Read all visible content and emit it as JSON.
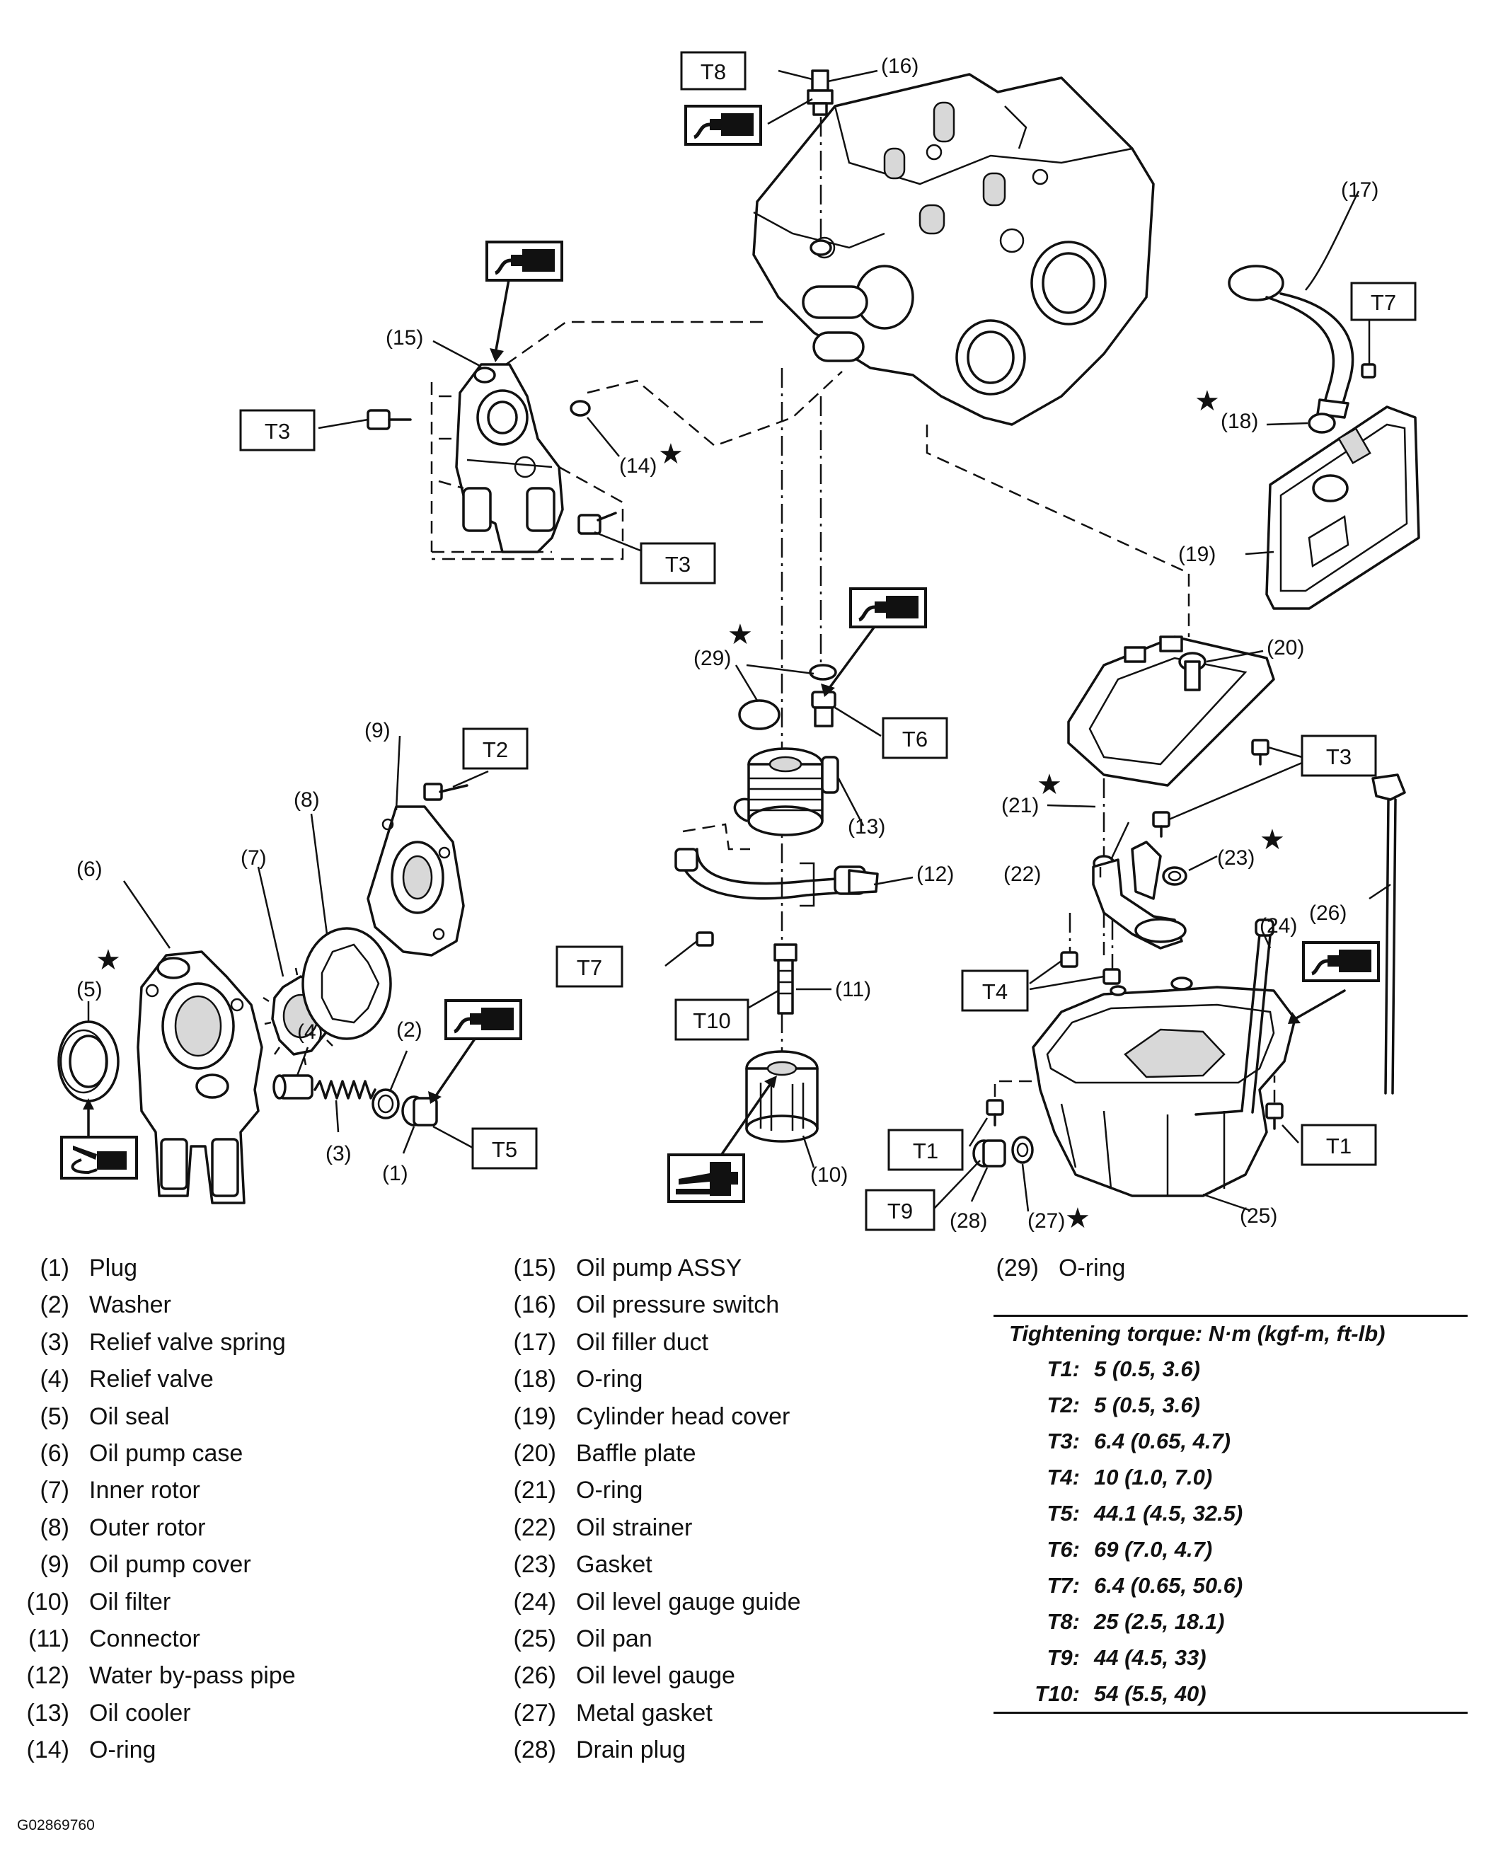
{
  "callouts": {
    "c1": "(1)",
    "c2": "(2)",
    "c3": "(3)",
    "c4": "(4)",
    "c5": "(5)",
    "c6": "(6)",
    "c7": "(7)",
    "c8": "(8)",
    "c9": "(9)",
    "c10": "(10)",
    "c11": "(11)",
    "c12": "(12)",
    "c13": "(13)",
    "c14": "(14)",
    "c15": "(15)",
    "c16": "(16)",
    "c17": "(17)",
    "c18": "(18)",
    "c19": "(19)",
    "c20": "(20)",
    "c21": "(21)",
    "c22": "(22)",
    "c23": "(23)",
    "c24": "(24)",
    "c25": "(25)",
    "c26": "(26)",
    "c27": "(27)",
    "c28": "(28)",
    "c29": "(29)"
  },
  "torque_tags": {
    "T1": "T1",
    "T2": "T2",
    "T3": "T3",
    "T4": "T4",
    "T5": "T5",
    "T6": "T6",
    "T7": "T7",
    "T8": "T8",
    "T9": "T9",
    "T10": "T10"
  },
  "new_part_mark": "★",
  "legend": {
    "col1": [
      {
        "num": "(1)",
        "text": "Plug"
      },
      {
        "num": "(2)",
        "text": "Washer"
      },
      {
        "num": "(3)",
        "text": "Relief valve spring"
      },
      {
        "num": "(4)",
        "text": "Relief valve"
      },
      {
        "num": "(5)",
        "text": "Oil seal"
      },
      {
        "num": "(6)",
        "text": "Oil pump case"
      },
      {
        "num": "(7)",
        "text": "Inner rotor"
      },
      {
        "num": "(8)",
        "text": "Outer rotor"
      },
      {
        "num": "(9)",
        "text": "Oil pump cover"
      },
      {
        "num": "(10)",
        "text": "Oil filter"
      },
      {
        "num": "(11)",
        "text": "Connector"
      },
      {
        "num": "(12)",
        "text": "Water by-pass pipe"
      },
      {
        "num": "(13)",
        "text": "Oil cooler"
      },
      {
        "num": "(14)",
        "text": "O-ring"
      }
    ],
    "col2": [
      {
        "num": "(15)",
        "text": "Oil pump ASSY"
      },
      {
        "num": "(16)",
        "text": "Oil pressure switch"
      },
      {
        "num": "(17)",
        "text": "Oil filler duct"
      },
      {
        "num": "(18)",
        "text": "O-ring"
      },
      {
        "num": "(19)",
        "text": "Cylinder head cover"
      },
      {
        "num": "(20)",
        "text": "Baffle plate"
      },
      {
        "num": "(21)",
        "text": "O-ring"
      },
      {
        "num": "(22)",
        "text": "Oil strainer"
      },
      {
        "num": "(23)",
        "text": "Gasket"
      },
      {
        "num": "(24)",
        "text": "Oil level gauge guide"
      },
      {
        "num": "(25)",
        "text": "Oil pan"
      },
      {
        "num": "(26)",
        "text": "Oil level gauge"
      },
      {
        "num": "(27)",
        "text": "Metal gasket"
      },
      {
        "num": "(28)",
        "text": "Drain plug"
      }
    ],
    "col3": [
      {
        "num": "(29)",
        "text": "O-ring"
      }
    ]
  },
  "torque_table": {
    "title": "Tightening torque: N·m (kgf-m, ft-lb)",
    "rows": [
      {
        "key": "T1:",
        "value": "5 (0.5, 3.6)"
      },
      {
        "key": "T2:",
        "value": "5 (0.5, 3.6)"
      },
      {
        "key": "T3:",
        "value": "6.4 (0.65, 4.7)"
      },
      {
        "key": "T4:",
        "value": "10 (1.0, 7.0)"
      },
      {
        "key": "T5:",
        "value": "44.1 (4.5, 32.5)"
      },
      {
        "key": "T6:",
        "value": "69 (7.0, 4.7)"
      },
      {
        "key": "T7:",
        "value": "6.4 (0.65, 50.6)"
      },
      {
        "key": "T8:",
        "value": "25 (2.5, 18.1)"
      },
      {
        "key": "T9:",
        "value": "44 (4.5, 33)"
      },
      {
        "key": "T10:",
        "value": "54 (5.5, 40)"
      }
    ]
  },
  "figure_id": "G02869760",
  "icons": [
    "sealant-icon",
    "grease-gun-icon",
    "oil-can-icon"
  ]
}
